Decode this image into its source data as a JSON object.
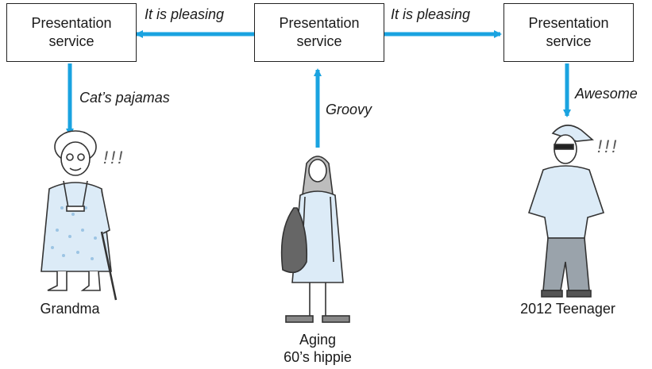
{
  "boxes": {
    "left": "Presentation\nservice",
    "center": "Presentation\nservice",
    "right": "Presentation\nservice"
  },
  "arrows": {
    "center_to_left": "It is pleasing",
    "center_to_right": "It is pleasing",
    "left_down": "Cat’s pajamas",
    "hippie_up": "Groovy",
    "right_down": "Awesome"
  },
  "people": {
    "grandma": {
      "caption": "Grandma",
      "exclaim": "!!!"
    },
    "hippie": {
      "caption": "Aging\n60’s hippie"
    },
    "teenager": {
      "caption": "2012 Teenager",
      "exclaim": "!!!"
    }
  },
  "colors": {
    "arrow": "#1aa3e0",
    "box_border": "#222222",
    "dress": "#dcebf7"
  }
}
